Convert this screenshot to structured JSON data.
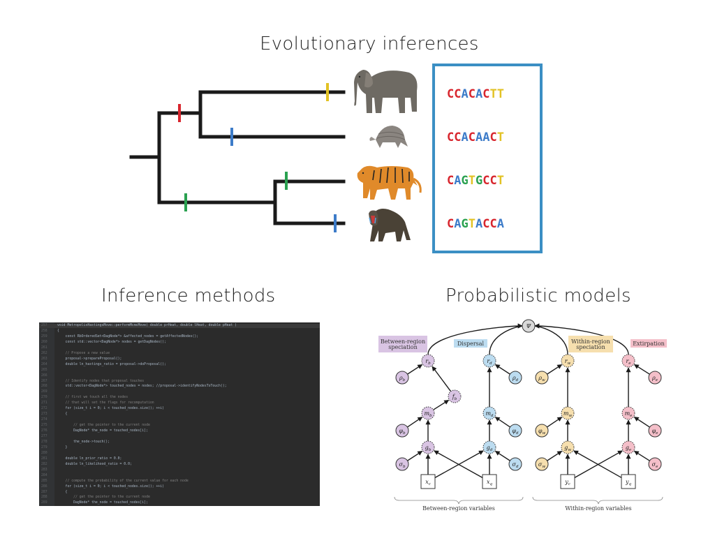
{
  "titles": {
    "evolutionary": "Evolutionary inferences",
    "inference": "Inference methods",
    "probabilistic": "Probabilistic models"
  },
  "colors": {
    "A": "#3d7cc9",
    "C": "#d8262e",
    "G": "#2aa150",
    "T": "#e2c224",
    "box": "#3b8fc4",
    "purple": "#d9c4e3",
    "blue": "#bcdcf0",
    "orange": "#f6dfae",
    "pink": "#f4bfc9"
  },
  "tree": {
    "animals": [
      "elephant",
      "armadillo",
      "tiger",
      "mandrill"
    ],
    "sequences": [
      "CCACACTT",
      "CCACAACT",
      "CAGTGCCT",
      "CAGTACCA"
    ]
  },
  "code": {
    "lines": [
      {
        "n": "257",
        "t": "void MetropolisHastingsMove::performMcmcMove( double prHeat, double lHeat, double pHeat )"
      },
      {
        "n": "258",
        "t": "{"
      },
      {
        "n": "259",
        "t": "    const RbOrderedSet<DagNode*> &affected_nodes = getAffectedNodes();"
      },
      {
        "n": "260",
        "t": "    const std::vector<DagNode*> nodes = getDagNodes();"
      },
      {
        "n": "261",
        "t": ""
      },
      {
        "n": "262",
        "t": "    // Propose a new value"
      },
      {
        "n": "263",
        "t": "    proposal->prepareProposal();"
      },
      {
        "n": "264",
        "t": "    double ln_hastings_ratio = proposal->doProposal();"
      },
      {
        "n": "265",
        "t": ""
      },
      {
        "n": "266",
        "t": ""
      },
      {
        "n": "267",
        "t": "    // Identify nodes that proposal touches"
      },
      {
        "n": "268",
        "t": "    std::vector<DagNode*> touched_nodes = nodes; //proposal->identifyNodesToTouch();"
      },
      {
        "n": "269",
        "t": ""
      },
      {
        "n": "270",
        "t": "    // first we touch all the nodes"
      },
      {
        "n": "271",
        "t": "    // that will set the flags for recomputation"
      },
      {
        "n": "272",
        "t": "    for (size_t i = 0; i < touched_nodes.size(); ++i)"
      },
      {
        "n": "273",
        "t": "    {"
      },
      {
        "n": "274",
        "t": ""
      },
      {
        "n": "275",
        "t": "        // get the pointer to the current node"
      },
      {
        "n": "276",
        "t": "        DagNode* the_node = touched_nodes[i];"
      },
      {
        "n": "277",
        "t": ""
      },
      {
        "n": "278",
        "t": "        the_node->touch();"
      },
      {
        "n": "279",
        "t": "    }"
      },
      {
        "n": "280",
        "t": ""
      },
      {
        "n": "281",
        "t": "    double ln_prior_ratio = 0.0;"
      },
      {
        "n": "282",
        "t": "    double ln_likelihood_ratio = 0.0;"
      },
      {
        "n": "283",
        "t": ""
      },
      {
        "n": "284",
        "t": ""
      },
      {
        "n": "285",
        "t": "    // compute the probability of the current value for each node"
      },
      {
        "n": "286",
        "t": "    for (size_t i = 0; i < touched_nodes.size(); ++i)"
      },
      {
        "n": "287",
        "t": "    {"
      },
      {
        "n": "288",
        "t": "        // get the pointer to the current node"
      },
      {
        "n": "289",
        "t": "        DagNode* the_node = touched_nodes[i];"
      }
    ]
  },
  "model": {
    "psi": "Ψ",
    "boxes": {
      "between_speciation": [
        "Between-region",
        "speciation"
      ],
      "dispersal": "Dispersal",
      "within_speciation": [
        "Within-region",
        "speciation"
      ],
      "extirpation": "Extirpation"
    },
    "nodes": {
      "r_b": "r_b",
      "r_d": "r_d",
      "r_w": "r_w",
      "r_e": "r_e",
      "rho_b": "ρ_b",
      "rho_d": "ρ_d",
      "rho_w": "ρ_w",
      "rho_e": "ρ_e",
      "f_b": "f_b",
      "m_b": "m_b",
      "m_d": "m_d",
      "m_w": "m_w",
      "m_e": "m_e",
      "phi_b": "φ_b",
      "phi_d": "φ_d",
      "phi_w": "φ_w",
      "phi_e": "φ_e",
      "g_b": "g_b",
      "g_d": "g_d",
      "g_w": "g_w",
      "g_e": "g_e",
      "sigma_b": "σ_b",
      "sigma_d": "σ_d",
      "sigma_w": "σ_w",
      "sigma_e": "σ_e",
      "x_c": "x_c",
      "x_q": "x_q",
      "y_c": "y_c",
      "y_q": "y_q"
    },
    "braces": {
      "left": "Between-region variables",
      "right": "Within-region variables"
    }
  }
}
